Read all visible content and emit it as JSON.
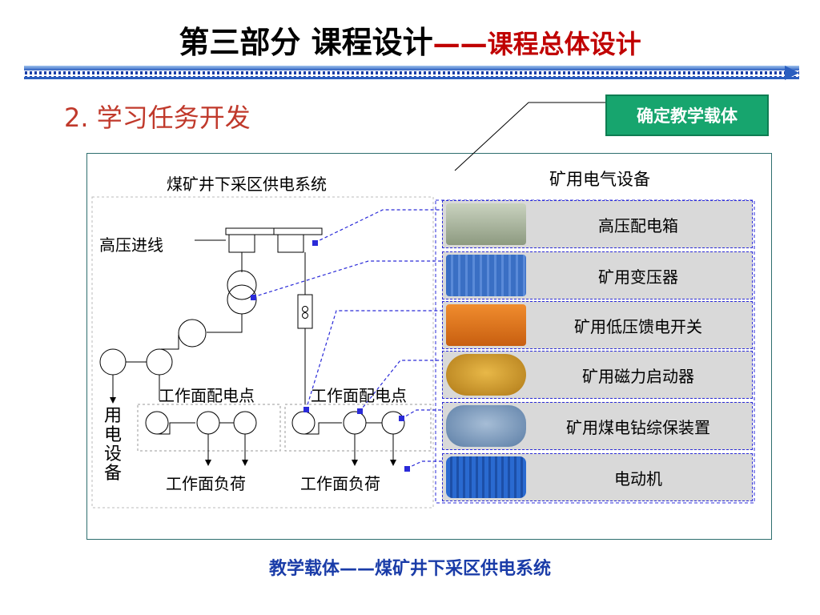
{
  "header": {
    "title_main": "第三部分  课程设计",
    "title_dash": "——",
    "title_sub": "课程总体设计"
  },
  "section": {
    "title": "2. 学习任务开发"
  },
  "callout_button": {
    "label": "确定教学载体"
  },
  "left_system": {
    "title": "煤矿井下采区供电系统",
    "high_voltage_label": "高压进线",
    "workface_point_left": "工作面配电点",
    "workface_point_right": "工作面配电点",
    "workface_load_left": "工作面负荷",
    "workface_load_right": "工作面负荷",
    "equipment_vertical": "用电设备"
  },
  "equipment": {
    "title": "矿用电气设备",
    "items": [
      {
        "name": "高压配电箱",
        "icon": "high-voltage-box-icon",
        "color": "#a8b89a"
      },
      {
        "name": "矿用变压器",
        "icon": "transformer-icon",
        "color": "#3a6fc4"
      },
      {
        "name": "矿用低压馈电开关",
        "icon": "feeder-switch-icon",
        "color": "#e07a1f"
      },
      {
        "name": "矿用磁力启动器",
        "icon": "magnetic-starter-icon",
        "color": "#d9a032"
      },
      {
        "name": "矿用煤电钻综保装置",
        "icon": "drill-protector-icon",
        "color": "#6b8fb8"
      },
      {
        "name": "电动机",
        "icon": "motor-icon",
        "color": "#2a6ad0"
      }
    ]
  },
  "caption": "教学载体——煤矿井下采区供电系统",
  "colors": {
    "accent": "#17a56e",
    "title_red": "#c00000",
    "link_blue": "#2a2ad8",
    "caption_blue": "#1a3ca8"
  }
}
